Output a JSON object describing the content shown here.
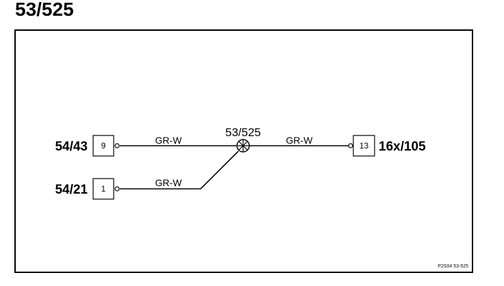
{
  "page": {
    "title": "53/525"
  },
  "connectors": [
    {
      "id": "54/43",
      "pin": "9"
    },
    {
      "id": "54/21",
      "pin": "1"
    },
    {
      "id": "16x/105",
      "pin": "13"
    }
  ],
  "splice": {
    "label": "53/525"
  },
  "wires": [
    {
      "color": "GR-W"
    },
    {
      "color": "GR-W"
    },
    {
      "color": "GR-W"
    }
  ],
  "footer": {
    "code": "P2S04  53-525"
  }
}
